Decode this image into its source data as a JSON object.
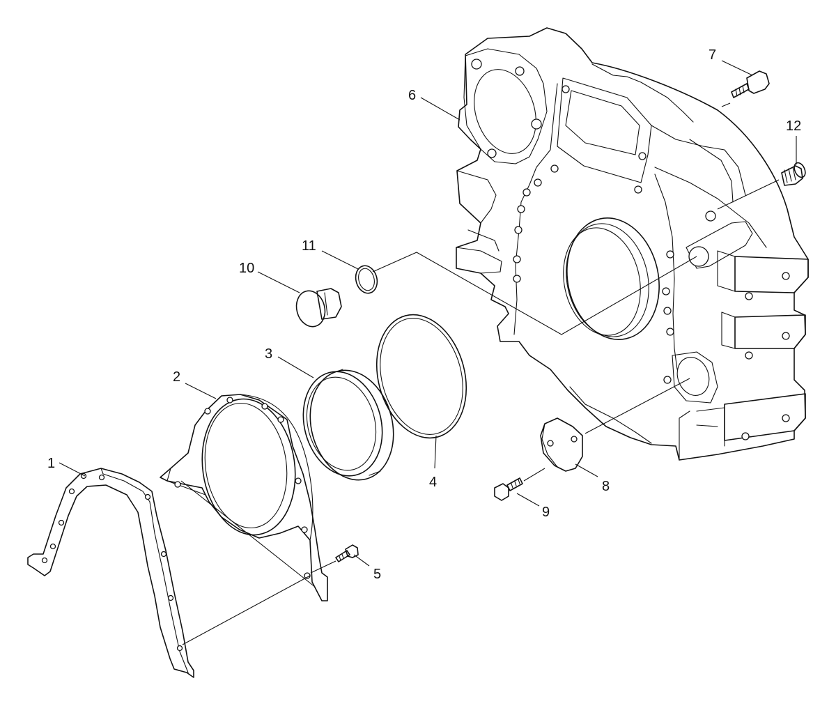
{
  "callouts": [
    {
      "id": "1",
      "part": "rear-seal-gasket"
    },
    {
      "id": "2",
      "part": "seal-housing"
    },
    {
      "id": "3",
      "part": "rear-oil-seal"
    },
    {
      "id": "4",
      "part": "o-ring"
    },
    {
      "id": "5",
      "part": "bolt"
    },
    {
      "id": "6",
      "part": "flywheel-housing"
    },
    {
      "id": "7",
      "part": "bolt"
    },
    {
      "id": "8",
      "part": "cover-plate"
    },
    {
      "id": "9",
      "part": "bolt"
    },
    {
      "id": "10",
      "part": "plug"
    },
    {
      "id": "11",
      "part": "sealing-ring"
    },
    {
      "id": "12",
      "part": "plug"
    }
  ]
}
